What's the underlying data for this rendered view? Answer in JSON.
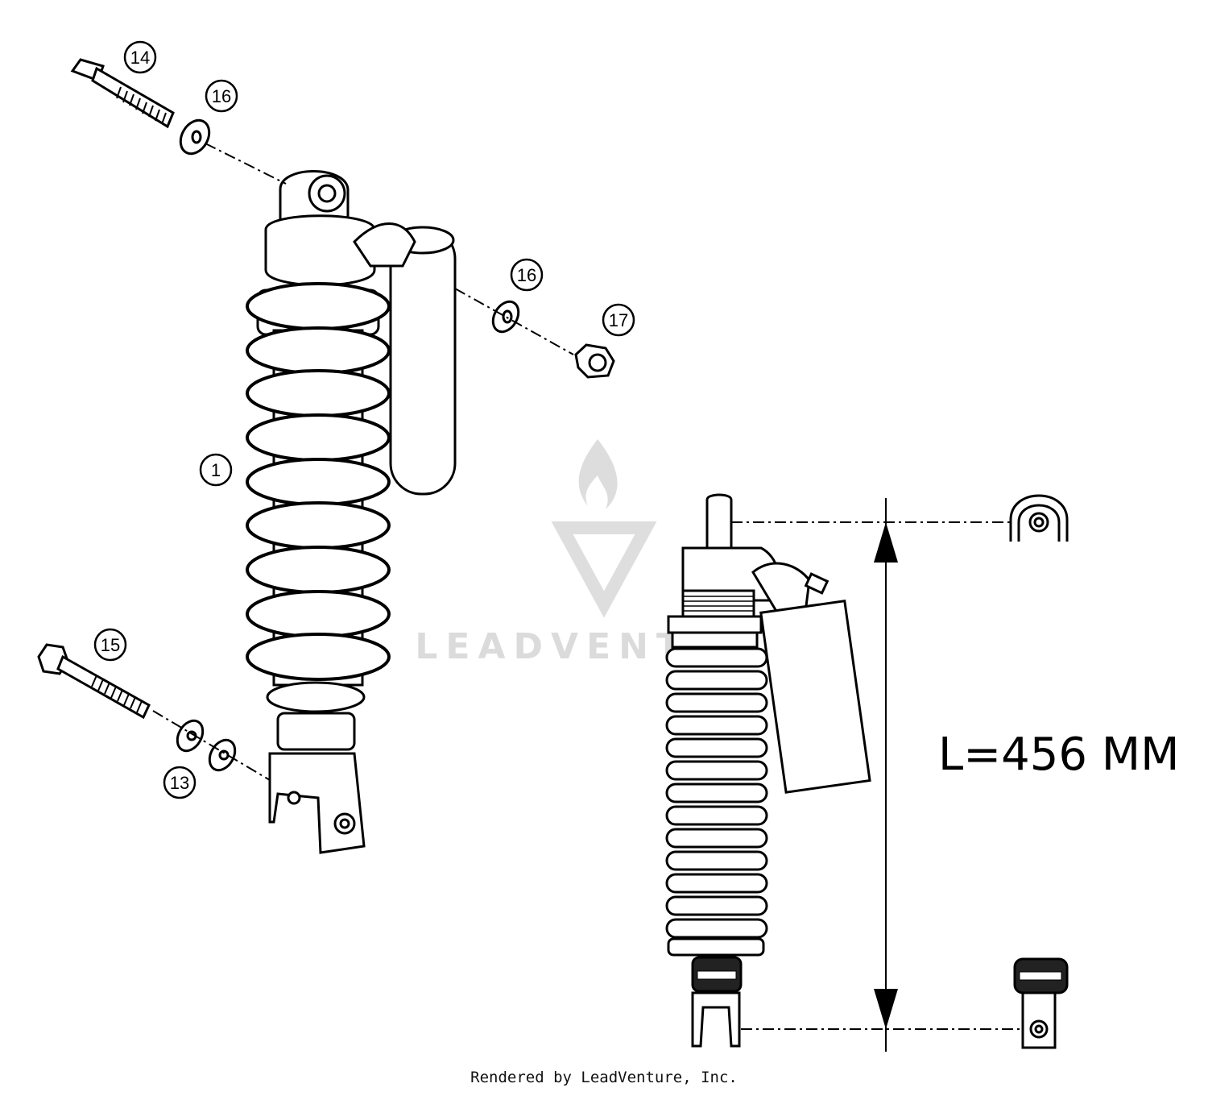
{
  "callouts": {
    "c14": "14",
    "c16a": "16",
    "c16b": "16",
    "c17": "17",
    "c1": "1",
    "c15": "15",
    "c13": "13"
  },
  "dimension": {
    "length_label": "L=456 MM"
  },
  "watermark": {
    "text": "LEADVENTURE",
    "logo": "leadventure-flame-logo"
  },
  "footer": {
    "credit": "Rendered by LeadVenture, Inc."
  }
}
